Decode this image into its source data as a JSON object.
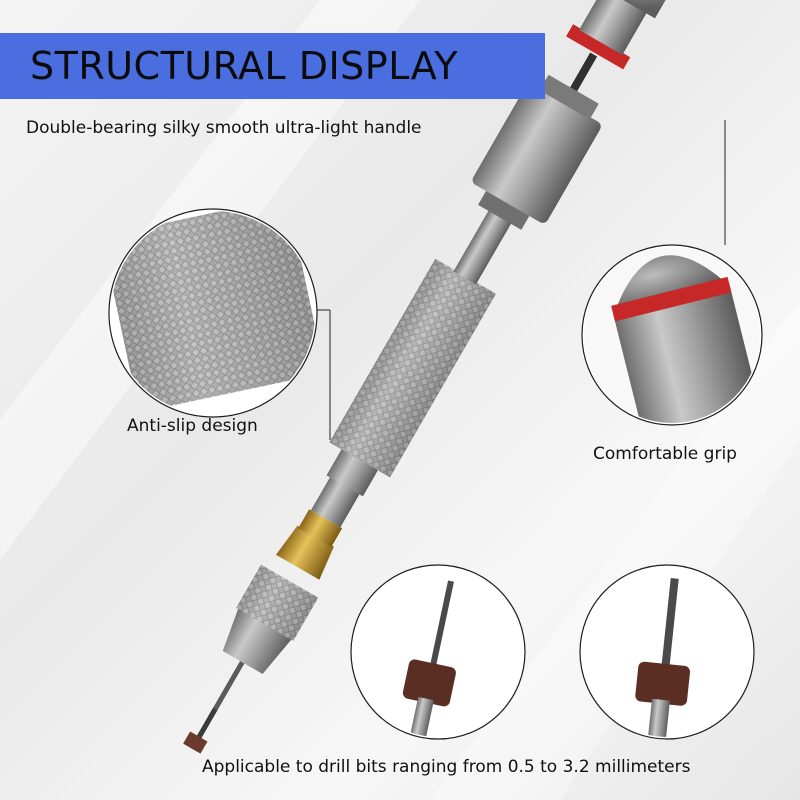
{
  "banner": {
    "title": "STRUCTURAL DISPLAY"
  },
  "captions": {
    "handle": "Double-bearing silky smooth ultra-light handle",
    "anti_slip": "Anti-slip design",
    "grip": "Comfortable grip",
    "drill_bits": "Applicable to drill bits ranging from 0.5 to 3.2 millimeters"
  },
  "colors": {
    "banner": "#4a6ee0",
    "metal": "#9a9a9a",
    "brass": "#c79a2a",
    "red_ring": "#c62828"
  }
}
